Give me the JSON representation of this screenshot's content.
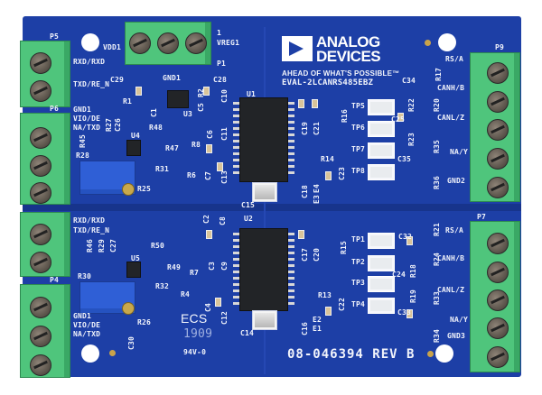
{
  "brand": {
    "line1": "ANALOG",
    "line2": "DEVICES",
    "tagline": "AHEAD OF WHAT'S POSSIBLE™",
    "board_name": "EVAL-2LCANRS485EBZ"
  },
  "footer": {
    "part_number": "08-046394 REV B",
    "ecs": "ECS",
    "ecs_code": "1909",
    "rating": "94V-0"
  },
  "connectors": {
    "p5": "P5",
    "p6": "P6",
    "p4": "P4",
    "p1": "P1",
    "p9": "P9",
    "p7": "P7",
    "p1_pin": "1",
    "vdd1": "VDD1",
    "vreg1": "VREG1",
    "rxd1": "RXD/RXD",
    "txd1": "TXD/RE_N",
    "gnd1a": "GND1",
    "vio1": "VIO/DE",
    "natxd1": "NA/TXD",
    "rxd2": "RXD/RXD",
    "txd2": "TXD/RE_N",
    "gnd1b": "GND1",
    "vio2": "VIO/DE",
    "natxd2": "NA/TXD",
    "rsa1": "RS/A",
    "canh1": "CANH/B",
    "canl1": "CANL/Z",
    "nay1": "NA/Y",
    "gnd2": "GND2",
    "rsa2": "RS/A",
    "canh2": "CANH/B",
    "canl2": "CANL/Z",
    "nay2": "NA/Y",
    "gnd3": "GND3",
    "gnd1top": "GND1"
  },
  "refdes": {
    "U1": "U1",
    "U2": "U2",
    "U3": "U3",
    "U4": "U4",
    "U5": "U5",
    "C29": "C29",
    "C28": "C28",
    "R1": "R1",
    "C1": "C1",
    "C5": "C5",
    "R2": "R2",
    "C10": "C10",
    "R27": "R27",
    "C26": "C26",
    "R45": "R45",
    "R48": "R48",
    "R47": "R47",
    "R28": "R28",
    "R31": "R31",
    "R25": "R25",
    "R8": "R8",
    "R6": "R6",
    "C6": "C6",
    "C11": "C11",
    "C7": "C7",
    "C13": "C13",
    "C19": "C19",
    "C21": "C21",
    "R16": "R16",
    "R14": "R14",
    "C23": "C23",
    "C18": "C18",
    "E4": "E4",
    "E3": "E3",
    "C15": "C15",
    "TP5": "TP5",
    "TP6": "TP6",
    "TP7": "TP7",
    "TP8": "TP8",
    "C34": "C34",
    "R17": "R17",
    "R22": "R22",
    "R20": "R20",
    "C25": "C25",
    "R23": "R23",
    "R35": "R35",
    "C35": "C35",
    "R36": "R36",
    "R46": "R46",
    "R29": "R29",
    "C27": "C27",
    "R50": "R50",
    "R49": "R49",
    "R30": "R30",
    "R32": "R32",
    "R4": "R4",
    "R7": "R7",
    "R26": "R26",
    "C30": "C30",
    "C2": "C2",
    "C8": "C8",
    "C3": "C3",
    "C9": "C9",
    "C4": "C4",
    "C12": "C12",
    "C17": "C17",
    "C20": "C20",
    "R15": "R15",
    "R13": "R13",
    "C22": "C22",
    "C16": "C16",
    "E2": "E2",
    "E1": "E1",
    "C14": "C14",
    "TP1": "TP1",
    "TP2": "TP2",
    "TP3": "TP3",
    "TP4": "TP4",
    "C32": "C32",
    "R21": "R21",
    "R24": "R24",
    "R18": "R18",
    "C24": "C24",
    "R19": "R19",
    "R33": "R33",
    "C33": "C33",
    "R34": "R34"
  },
  "colors": {
    "pcb": "#1d3fa6",
    "terminal": "#4fc57c",
    "silkscreen": "#f2f4fb",
    "potentiometer": "#2f5fd6"
  }
}
